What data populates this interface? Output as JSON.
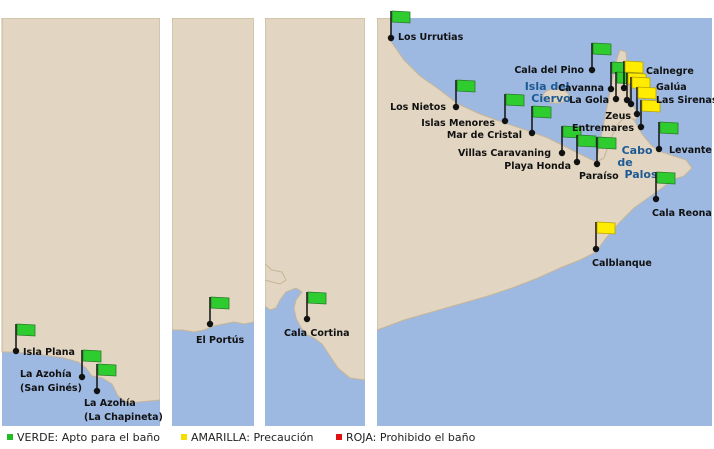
{
  "colors": {
    "land": "#e2d6c2",
    "sea": "#9db9e1",
    "shore": "#c7b598",
    "separator": "#ffffff",
    "flag_green": "#2ecc2e",
    "flag_yellow": "#ffec00",
    "flag_red": "#dd1111",
    "flag_stroke": "#2a6f2a",
    "pole": "#111111"
  },
  "places": {
    "isla_del_ciervo": [
      "Isla del",
      "Ciervo"
    ],
    "cabo_de_palos": [
      "Cabo",
      "de",
      "Palos"
    ]
  },
  "beaches": [
    {
      "id": "isla-plana",
      "lines": [
        "Isla Plana"
      ],
      "status": "green"
    },
    {
      "id": "azohia-san-gines",
      "lines": [
        "La Azohía",
        "(San Ginés)"
      ],
      "status": "green"
    },
    {
      "id": "azohia-chapineta",
      "lines": [
        "La Azohía",
        "(La Chapineta)"
      ],
      "status": "green"
    },
    {
      "id": "el-portus",
      "lines": [
        "El Portús"
      ],
      "status": "green"
    },
    {
      "id": "cala-cortina",
      "lines": [
        "Cala Cortina"
      ],
      "status": "green"
    },
    {
      "id": "los-urrutias",
      "lines": [
        "Los Urrutias"
      ],
      "status": "green"
    },
    {
      "id": "los-nietos",
      "lines": [
        "Los Nietos"
      ],
      "status": "green"
    },
    {
      "id": "islas-menores",
      "lines": [
        "Islas Menores"
      ],
      "status": "green"
    },
    {
      "id": "mar-de-cristal",
      "lines": [
        "Mar de Cristal"
      ],
      "status": "green"
    },
    {
      "id": "villas-caravaning",
      "lines": [
        "Villas Caravaning"
      ],
      "status": "green"
    },
    {
      "id": "playa-honda",
      "lines": [
        "Playa Honda"
      ],
      "status": "green"
    },
    {
      "id": "paraiso",
      "lines": [
        "Paraíso"
      ],
      "status": "green"
    },
    {
      "id": "cala-del-pino",
      "lines": [
        "Cala del Pino"
      ],
      "status": "green"
    },
    {
      "id": "cavanna",
      "lines": [
        "Cavanna"
      ],
      "status": "green"
    },
    {
      "id": "la-gola",
      "lines": [
        "La Gola"
      ],
      "status": "green"
    },
    {
      "id": "calnegre",
      "lines": [
        "Calnegre"
      ],
      "status": "yellow"
    },
    {
      "id": "galua",
      "lines": [
        "Galúa"
      ],
      "status": "yellow"
    },
    {
      "id": "las-sirenas",
      "lines": [
        "Las Sirenas"
      ],
      "status": "yellow"
    },
    {
      "id": "zeus",
      "lines": [
        "Zeus"
      ],
      "status": "yellow"
    },
    {
      "id": "entremares",
      "lines": [
        "Entremares"
      ],
      "status": "yellow"
    },
    {
      "id": "levante",
      "lines": [
        "Levante"
      ],
      "status": "green"
    },
    {
      "id": "cala-reona",
      "lines": [
        "Cala Reona"
      ],
      "status": "green"
    },
    {
      "id": "calblanque",
      "lines": [
        "Calblanque"
      ],
      "status": "yellow"
    }
  ],
  "legend": {
    "green": "VERDE: Apto para el baño",
    "yellow": "AMARILLA: Precaución",
    "red": "ROJA: Prohibido el baño"
  }
}
